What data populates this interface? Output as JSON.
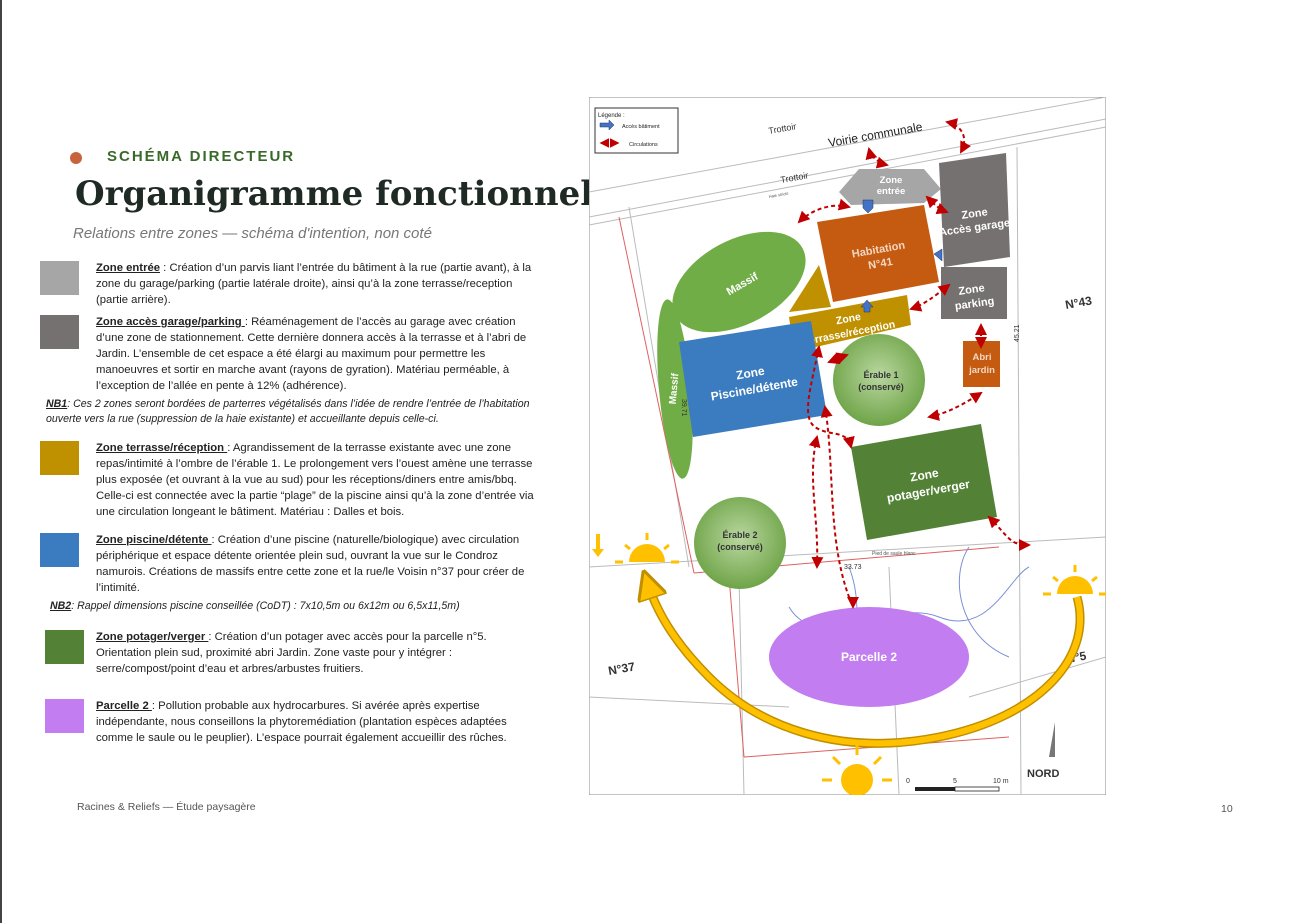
{
  "header": {
    "section_label": "SCHÉMA DIRECTEUR",
    "title": "Organigramme fonctionnel",
    "subtitle": "Relations entre zones — schéma d'intention, non coté"
  },
  "legend": [
    {
      "color": "#a6a6a6",
      "term": "Zone entrée",
      "text": " : Création d’un parvis liant l’entrée du bâtiment à la rue (partie avant), à la zone du garage/parking (partie latérale droite), ainsi qu’à la zone terrasse/reception (partie arrière)."
    },
    {
      "color": "#767171",
      "term": "Zone accès garage/parking ",
      "text": ": Réaménagement de l’accès au garage avec création d’une zone de stationnement. Cette dernière donnera accès à la terrasse et à l’abri de Jardin. L’ensemble de cet espace a été élargi au maximum pour permettre les manoeuvres et sortir en marche avant (rayons de gyration). Matériau perméable, à l’exception de l’allée en pente à 12% (adhérence)."
    },
    {
      "color": "#bf9000",
      "term": "Zone terrasse/réception ",
      "text": ": Agrandissement de la terrasse existante avec une zone repas/intimité à l’ombre de l’érable 1. Le prolongement vers l’ouest amène une terrasse plus exposée (et ouvrant à la vue au sud) pour les réceptions/diners entre amis/bbq. Celle-ci est connectée avec la partie “plage” de la piscine ainsi qu’à la zone d’entrée via une circulation longeant le bâtiment. Matériau : Dalles et bois."
    },
    {
      "color": "#3a7cbf",
      "term": "Zone piscine/détente ",
      "text": ": Création d’une piscine (naturelle/biologique) avec circulation périphérique et espace détente orientée plein sud, ouvrant la vue sur le Condroz namurois. Créations de massifs entre cette zone et la rue/le Voisin n°37 pour créer de l’intimité."
    },
    {
      "color": "#538135",
      "term": "Zone potager/verger ",
      "text": ": Création d’un potager avec accès pour la parcelle n°5. Orientation plein sud, proximité abri Jardin. Zone vaste pour y intégrer : serre/compost/point d’eau et arbres/arbustes fruitiers."
    },
    {
      "color": "#c27ef0",
      "term": "Parcelle 2 ",
      "text": ": Pollution probable aux hydrocarbures. Si avérée après expertise indépendante, nous conseillons la phytoremédiation (plantation espèces adaptées comme le saule ou le peuplier). L’espace pourrait également accueillir des rûches."
    }
  ],
  "notes": {
    "nb1_label": "NB1",
    "nb1_text": ": Ces 2 zones seront bordées de parterres végétalisés dans l’idée de rendre l’entrée de l’habitation ouverte vers la rue (suppression de la haie existante) et accueillante depuis celle-ci.",
    "nb2_label": "NB2",
    "nb2_text": ": Rappel dimensions piscine conseillée (CoDT) : 7x10,5m ou 6x12m ou 6,5x11,5m)"
  },
  "footer": {
    "left": "Racines & Reliefs — Étude paysagère",
    "page_number": "10"
  },
  "plan": {
    "legend_title": "Légende :",
    "legend_access": "Accès bâtiment",
    "legend_circulation": "Circulations",
    "trottoir_1": "Trottoir",
    "trottoir_2": "Trottoir",
    "road": "Voirie communale",
    "hedge": "Haie stricte",
    "zone_entree_1": "Zone",
    "zone_entree_2": "entrée",
    "garage_1": "Zone",
    "garage_2": "Accès garage",
    "parking_1": "Zone",
    "parking_2": "parking",
    "habitation_1": "Habitation",
    "habitation_2": "N°41",
    "massif": "Massif",
    "terrasse_1": "Zone",
    "terrasse_2": "terrasse/réception",
    "piscine_1": "Zone",
    "piscine_2": "Piscine/détente",
    "erable1_1": "Érable 1",
    "erable1_2": "(conservé)",
    "abri_1": "Abri",
    "abri_2": "jardin",
    "potager_1": "Zone",
    "potager_2": "potager/verger",
    "erable2_1": "Érable 2",
    "erable2_2": "(conservé)",
    "parcelle": "Parcelle 2",
    "n43": "N°43",
    "n37": "N°37",
    "n5": "N°5",
    "nord": "NORD",
    "dim_left": "39.71",
    "dim_right": "45.21",
    "dim_bottom": "33.73",
    "saule": "Pied de saule blanc",
    "scale_0": "0",
    "scale_5": "5",
    "scale_10": "10 m",
    "colors": {
      "entree": "#a6a6a6",
      "garage": "#767171",
      "habitation": "#c55a11",
      "terrasse": "#bf9000",
      "piscine": "#3a7cbf",
      "massif": "#70ad47",
      "potager": "#538135",
      "parcelle": "#c27ef0",
      "abri": "#c55a11",
      "sun": "#ffc000",
      "arrow": "#c00000"
    }
  }
}
